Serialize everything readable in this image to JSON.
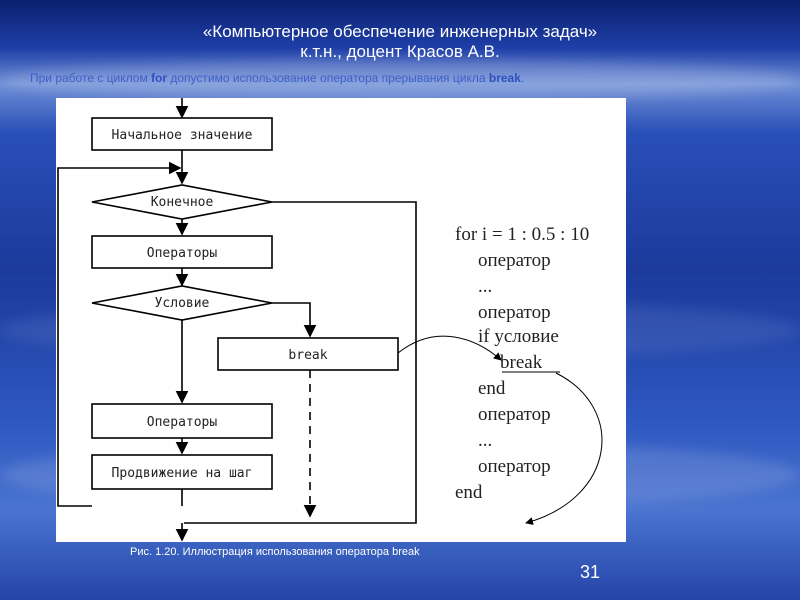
{
  "slide": {
    "title_line1": "«Компьютерное обеспечение инженерных задач»",
    "title_line2": "к.т.н., доцент Красов А.В.",
    "note_prefix": "При работе с циклом ",
    "note_keyword1": "for",
    "note_middle": " допустимо использование оператора прерывания цикла ",
    "note_keyword2": "break",
    "note_suffix": ".",
    "caption": "Рис. 1.20. Иллюстрация использования оператора break",
    "page_number": "31"
  },
  "flowchart": {
    "initial_value": "Начальное значение",
    "end_condition": "Конечное",
    "operators_1": "Операторы",
    "condition": "Условие",
    "break": "break",
    "operators_2": "Операторы",
    "step": "Продвижение на шаг"
  },
  "code": {
    "line1": "for   i = 1 : 0.5 : 10",
    "line2": "оператор",
    "line3": "...",
    "line4": "оператор",
    "line5": "if  условие",
    "line6": "break",
    "line7": "end",
    "line8": "оператор",
    "line9": "...",
    "line10": "оператор",
    "line11": "end"
  }
}
